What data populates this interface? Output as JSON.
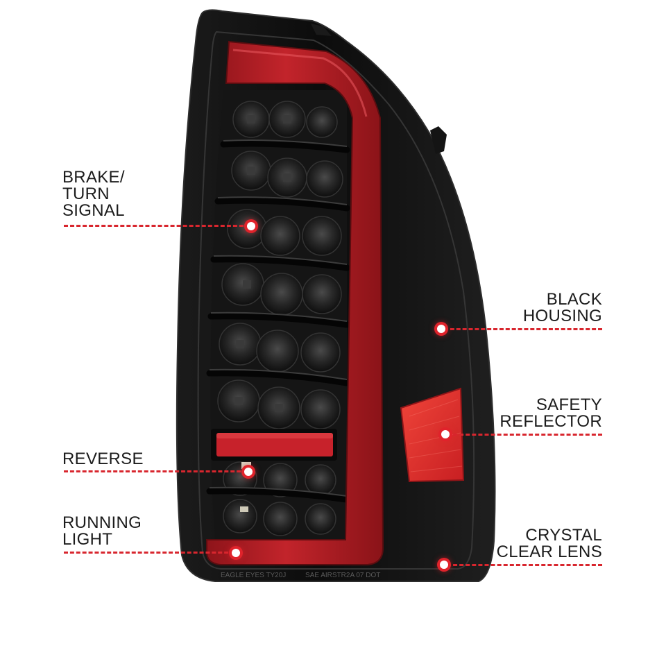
{
  "callouts": {
    "brake_turn": {
      "lines": [
        "BRAKE/",
        "TURN",
        "SIGNAL"
      ]
    },
    "reverse": {
      "lines": [
        "REVERSE"
      ]
    },
    "running_light": {
      "lines": [
        "RUNNING",
        "LIGHT"
      ]
    },
    "black_housing": {
      "lines": [
        "BLACK",
        "HOUSING"
      ]
    },
    "safety_reflector": {
      "lines": [
        "SAFETY",
        "REFLECTOR"
      ]
    },
    "crystal_clear_lens": {
      "lines": [
        "CRYSTAL",
        "CLEAR LENS"
      ]
    }
  },
  "lens_markings": {
    "left": "EAGLE EYES  TY20J",
    "right": "SAE AIRSTR2A 07 DOT"
  },
  "colors": {
    "accent_red": "#d8262e",
    "housing_black": "#111111",
    "light_bar_red": "#b51d24",
    "reflector_red": "#e0312b",
    "label_text": "#1c1c1c"
  }
}
